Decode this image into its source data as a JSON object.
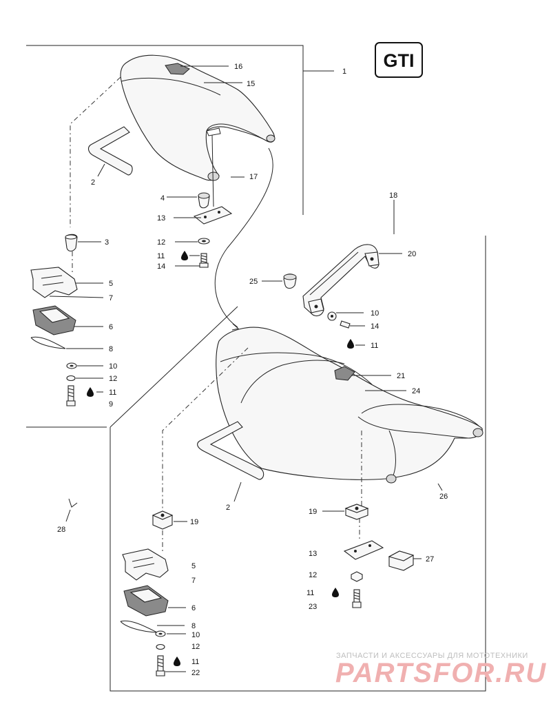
{
  "model_badge": "GTI",
  "watermark": {
    "caption": "ЗАПЧАСТИ И АКСЕССУАРЫ ДЛЯ МОТОТЕХНИКИ",
    "brand": "PARTSFOR.RU"
  },
  "callouts": {
    "c1": "1",
    "c2a": "2",
    "c2b": "2",
    "c3": "3",
    "c4": "4",
    "c5a": "5",
    "c5b": "5",
    "c6a": "6",
    "c6b": "6",
    "c7a": "7",
    "c7b": "7",
    "c8a": "8",
    "c8b": "8",
    "c9": "9",
    "c10a": "10",
    "c10b": "10",
    "c10c": "10",
    "c11a": "11",
    "c11b": "11",
    "c11c": "11",
    "c11d": "11",
    "c11e": "11",
    "c12a": "12",
    "c12b": "12",
    "c12c": "12",
    "c12d": "12",
    "c13a": "13",
    "c13b": "13",
    "c14a": "14",
    "c14b": "14",
    "c15": "15",
    "c16": "16",
    "c17": "17",
    "c18": "18",
    "c19a": "19",
    "c19b": "19",
    "c20": "20",
    "c21": "21",
    "c22": "22",
    "c23": "23",
    "c24": "24",
    "c25": "25",
    "c26": "26",
    "c27": "27",
    "c28": "28"
  }
}
